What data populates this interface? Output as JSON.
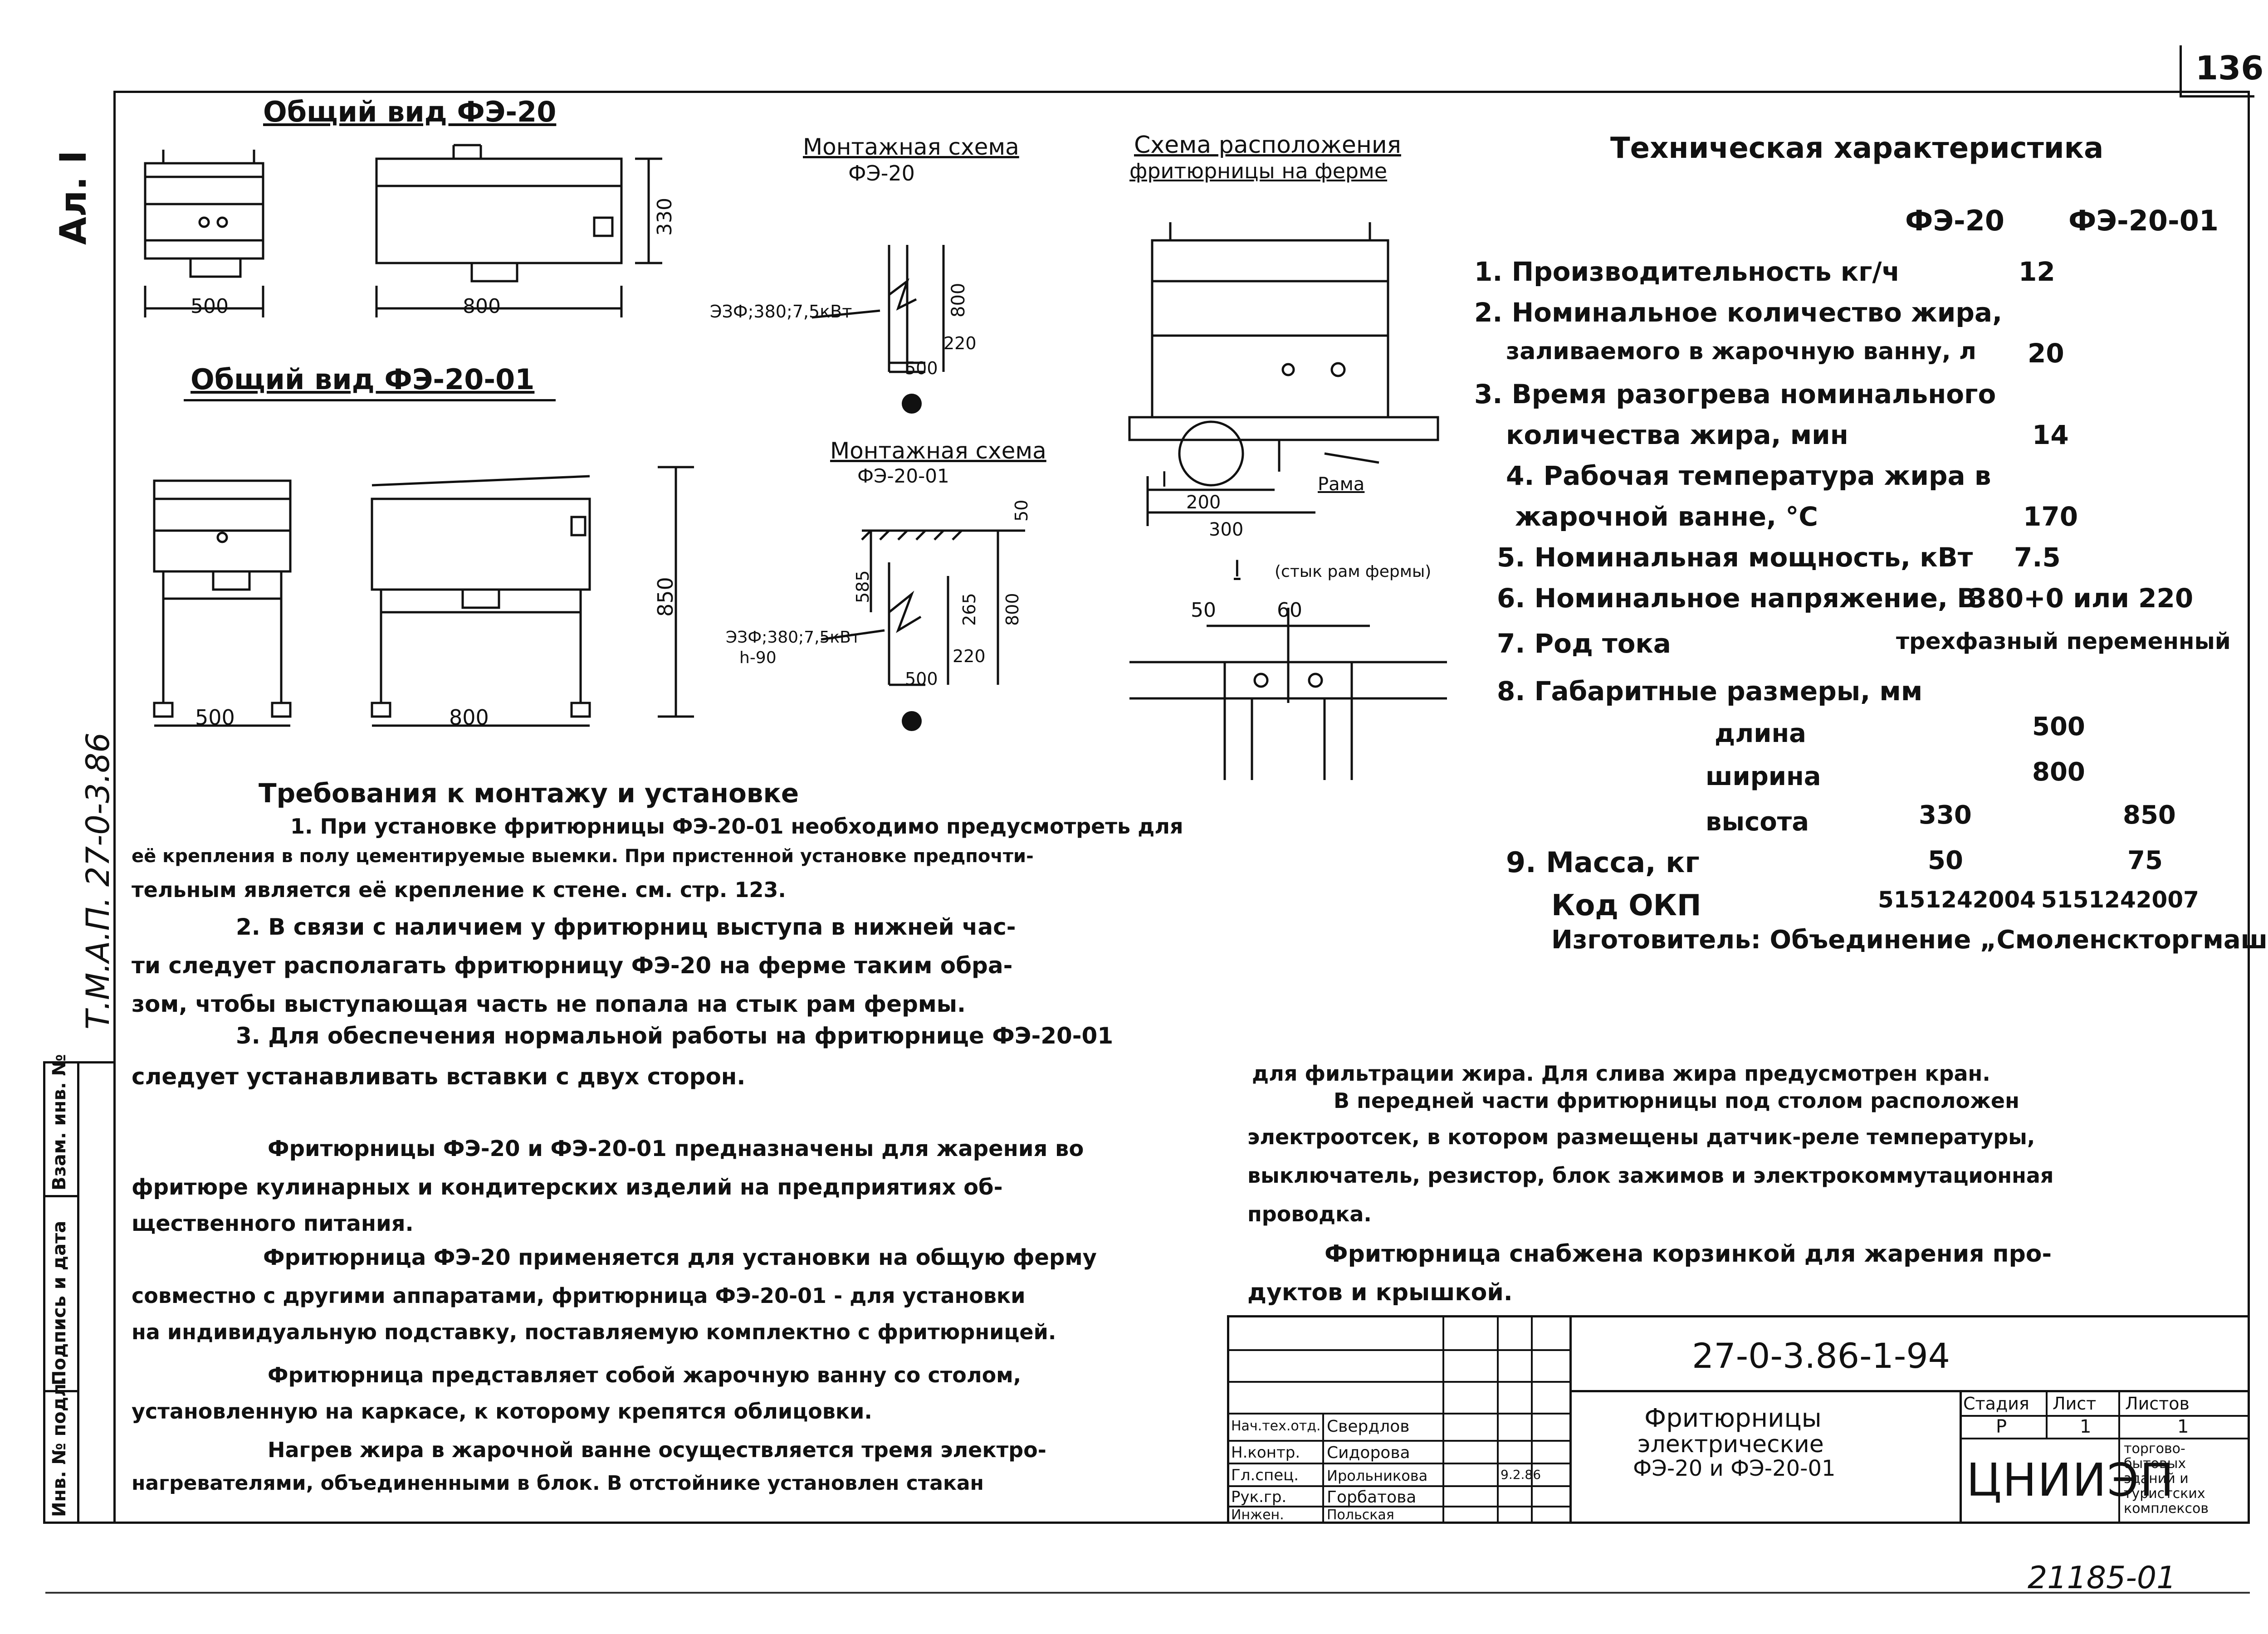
{
  "sheet_number": "136",
  "margin": {
    "sheet_mark": "Ал. I",
    "album_code": "Т.М.А.П. 27-0-3.86",
    "stamp_labels": [
      "Инв. № подл.",
      "Подпись и дата",
      "Взам. инв. №"
    ]
  },
  "views": {
    "general_fe20_title": "Общий вид ФЭ-20",
    "general_fe20_dims": {
      "width": "500",
      "length": "800",
      "height": "330"
    },
    "general_fe2001_title": "Общий вид ФЭ-20-01",
    "general_fe2001_dims": {
      "width": "500",
      "length": "800",
      "height": "850"
    },
    "mount_fe20_title": "Монтажная схема",
    "mount_fe20_sub": "ФЭ-20",
    "mount_fe20_label": "ЭЗФ;380;7,5кВт",
    "mount_fe20_dims": {
      "h1": "800",
      "h2": "220",
      "w": "500"
    },
    "mount_fe2001_title": "Монтажная схема",
    "mount_fe2001_sub": "ФЭ-20-01",
    "mount_fe2001_label": "ЭЗФ;380;7,5кВт",
    "mount_fe2001_label2": "h-90",
    "mount_fe2001_dims": {
      "top": "50",
      "a": "585",
      "b": "265",
      "c": "800",
      "d": "220",
      "w": "500"
    },
    "layout_title": "Схема расположения",
    "layout_sub": "фритюрницы на ферме",
    "layout_labels": {
      "frame": "Рама",
      "mark": "I",
      "d200": "200",
      "d300": "300"
    },
    "joint_title": "I",
    "joint_sub": "(стык рам фермы)",
    "joint_dims": {
      "a": "50",
      "b": "60"
    }
  },
  "tech": {
    "title": "Техническая характеристика",
    "col1": "ФЭ-20",
    "col2": "ФЭ-20-01",
    "rows": [
      {
        "text": "1. Производительность кг/ч",
        "v1": "12"
      },
      {
        "text": "2. Номинальное количество жира,",
        "v1": ""
      },
      {
        "text": "заливаемого в жарочную ванну, л",
        "v1": "20"
      },
      {
        "text": "3. Время разогрева номинального",
        "v1": ""
      },
      {
        "text": "количества жира, мин",
        "v1": "14"
      },
      {
        "text": "4. Рабочая температура жира в",
        "v1": ""
      },
      {
        "text": "жарочной ванне, °С",
        "v1": "170"
      },
      {
        "text": "5. Номинальная мощность, кВт",
        "v1": "7.5"
      },
      {
        "text": "6. Номинальное напряжение, В",
        "v1": "380+0 или 220"
      },
      {
        "text": "7. Род тока",
        "v1": "трехфазный переменный"
      },
      {
        "text": "8. Габаритные размеры, мм",
        "v1": ""
      }
    ],
    "dims_rows": [
      {
        "label": "длина",
        "v1": "500",
        "v2": ""
      },
      {
        "label": "ширина",
        "v1": "800",
        "v2": ""
      },
      {
        "label": "высота",
        "v1": "330",
        "v2": "850"
      }
    ],
    "mass": {
      "label": "9. Масса, кг",
      "v1": "50",
      "v2": "75"
    },
    "okp": {
      "label": "Код ОКП",
      "v1": "5151242004",
      "v2": "5151242007"
    },
    "maker": "Изготовитель: Объединение „Смоленскторгмаш“"
  },
  "requirements": {
    "title": "Требования к монтажу и установке",
    "lines": [
      "1. При установке фритюрницы ФЭ-20-01 необходимо предусмотреть для",
      "её крепления в полу цементируемые выемки. При пристенной установке предпочти-",
      "тельным является её крепление к стене. см. стр. 123.",
      "2. В связи с наличием у фритюрниц выступа в нижней час-",
      "ти следует располагать фритюрницу ФЭ-20 на ферме таким обра-",
      "зом, чтобы выступающая часть не попала на стык рам фермы.",
      "3. Для обеспечения нормальной работы на фритюрнице ФЭ-20-01",
      "следует устанавливать вставки с двух сторон."
    ]
  },
  "description_left": [
    "Фритюрницы ФЭ-20 и ФЭ-20-01 предназначены для жарения во",
    "фритюре кулинарных и кондитерских изделий на предприятиях об-",
    "щественного питания.",
    "Фритюрница ФЭ-20 применяется для установки на общую ферму",
    "совместно с другими аппаратами, фритюрница ФЭ-20-01 - для установки",
    "на индивидуальную подставку, поставляемую комплектно с фритюрницей.",
    "Фритюрница представляет собой жарочную ванну со столом,",
    "установленную на каркасе, к которому крепятся облицовки.",
    "Нагрев жира в жарочной ванне осуществляется тремя электро-",
    "нагревателями, объединенными в блок. В отстойнике установлен стакан"
  ],
  "description_right": [
    "для фильтрации жира. Для слива жира предусмотрен кран.",
    "В передней части фритюрницы под столом расположен",
    "электроотсек, в котором размещены датчик-реле температуры,",
    "выключатель, резистор, блок зажимов и электрокоммутационная",
    "проводка.",
    "Фритюрница снабжена корзинкой для жарения про-",
    "дуктов и крышкой."
  ],
  "title_block": {
    "code": "27-0-3.86-1-94",
    "roles": [
      {
        "role": "Нач.тех.отд.",
        "name": "Свердлов"
      },
      {
        "role": "Н.контр.",
        "name": "Сидорова"
      },
      {
        "role": "Гл.спец.",
        "name": "Ирольникова"
      },
      {
        "role": "Рук.гр.",
        "name": "Горбатова"
      },
      {
        "role": "Инжен.",
        "name": "Польская"
      }
    ],
    "date": "9.2.86",
    "name_lines": [
      "Фритюрницы",
      "электрические",
      "ФЭ-20 и ФЭ-20-01"
    ],
    "stage_label": "Стадия",
    "sheet_label": "Лист",
    "sheets_label": "Листов",
    "stage": "Р",
    "sheet": "1",
    "sheets": "1",
    "org": "ЦНИИЭП",
    "org_sub": [
      "торгово-",
      "бытовых",
      "зданий и",
      "туристских",
      "комплексов"
    ]
  },
  "bottom_number": "21185-01"
}
